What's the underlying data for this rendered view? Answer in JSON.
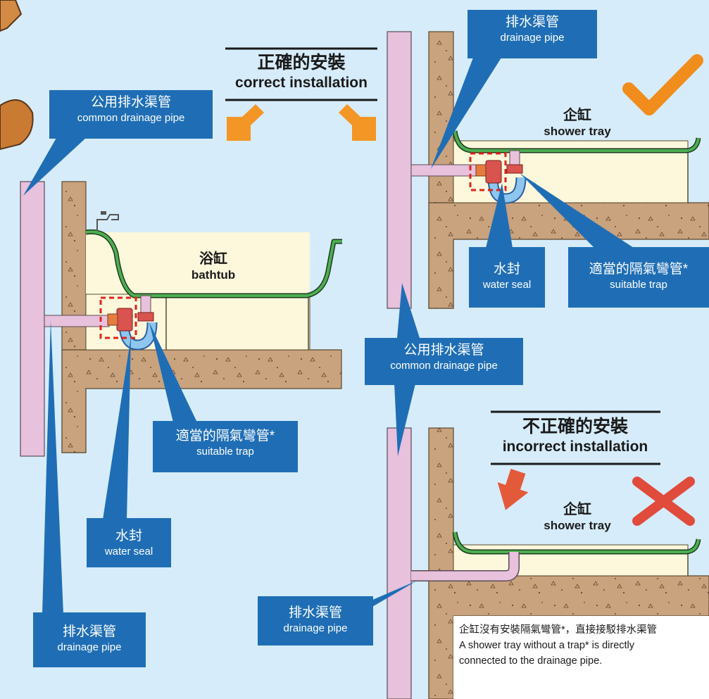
{
  "correct_heading": {
    "zh": "正確的安裝",
    "en": "correct installation"
  },
  "incorrect_heading": {
    "zh": "不正確的安裝",
    "en": "incorrect installation"
  },
  "bathtub": {
    "zh": "浴缸",
    "en": "bathtub"
  },
  "shower_tray_correct": {
    "zh": "企缸",
    "en": "shower tray"
  },
  "shower_tray_incorrect": {
    "zh": "企缸",
    "en": "shower tray"
  },
  "labels": {
    "common_pipe_left": {
      "zh": "公用排水渠管",
      "en": "common drainage pipe"
    },
    "common_pipe_right": {
      "zh": "公用排水渠管",
      "en": "common drainage pipe"
    },
    "drainage_pipe_top": {
      "zh": "排水渠管",
      "en": "drainage pipe"
    },
    "drainage_pipe_left": {
      "zh": "排水渠管",
      "en": "drainage pipe"
    },
    "drainage_pipe_bottom": {
      "zh": "排水渠管",
      "en": "drainage pipe"
    },
    "water_seal_left": {
      "zh": "水封",
      "en": "water seal"
    },
    "water_seal_right": {
      "zh": "水封",
      "en": "water seal"
    },
    "trap_left": {
      "zh": "適當的隔氣彎管*",
      "en": "suitable trap"
    },
    "trap_right": {
      "zh": "適當的隔氣彎管*",
      "en": "suitable trap"
    }
  },
  "note": {
    "zh": "企缸沒有安裝隔氣彎管*，直接接駁排水渠管",
    "en_line1": "A shower tray without a trap* is directly",
    "en_line2": "connected to the drainage pipe."
  },
  "colors": {
    "label_bg": "#1f6eb5",
    "background": "#d6ecfa",
    "pipe": "#e8c1dc",
    "tub": "#4caf50",
    "check": "#f08d1c",
    "cross": "#e04b3c"
  }
}
